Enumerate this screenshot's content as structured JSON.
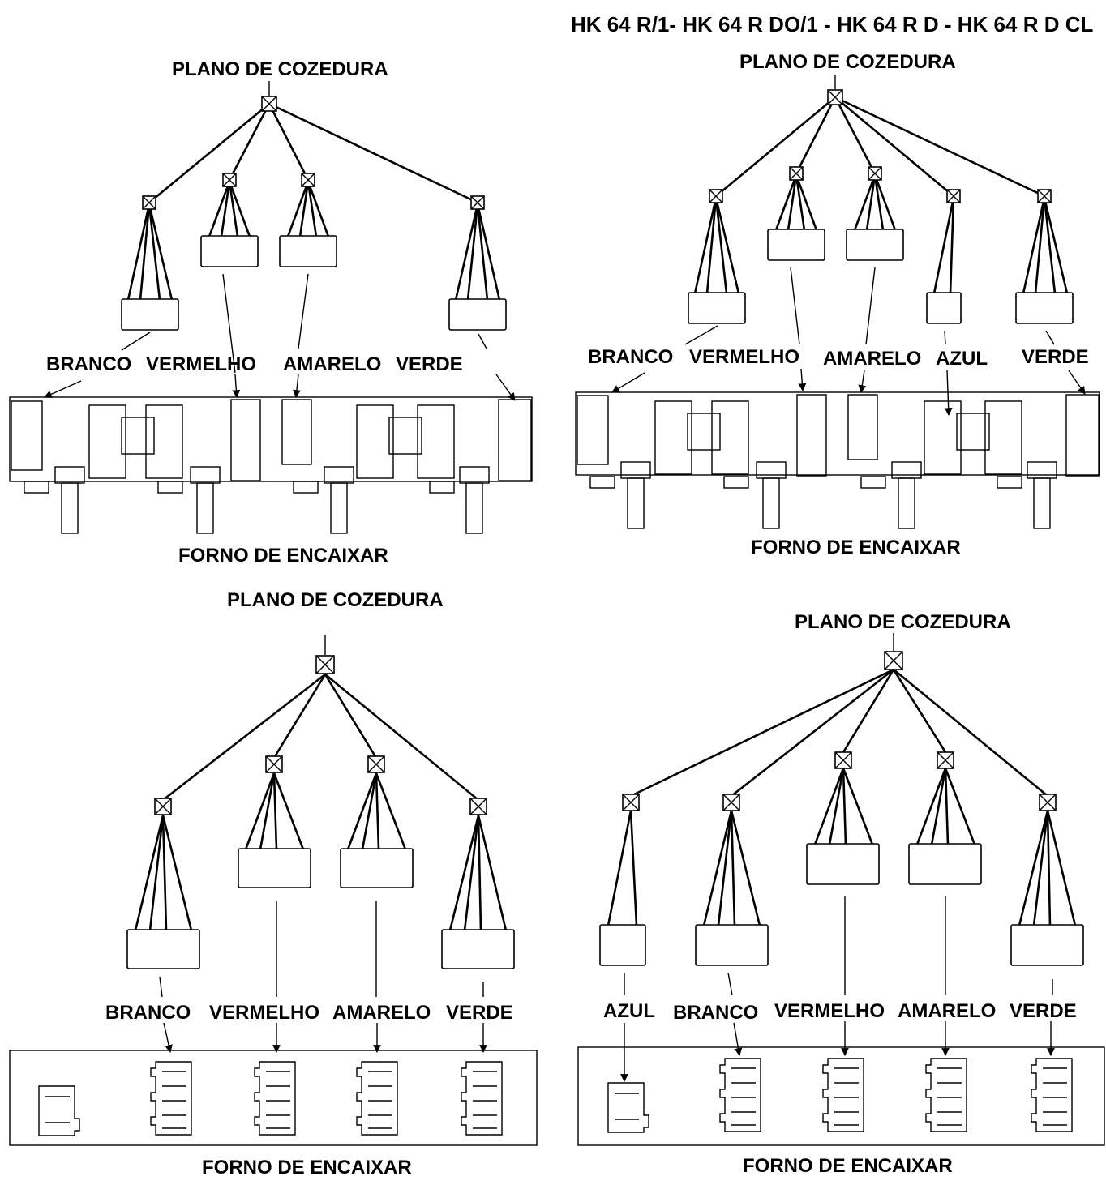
{
  "model_title": "HK 64 R/1- HK 64 R DO/1 - HK 64 R D - HK 64 R D CL",
  "panels": [
    {
      "top_label": "PLANO DE COZEDURA",
      "bottom_label": "FORNO DE ENCAIXAR",
      "colors": [
        "BRANCO",
        "VERMELHO",
        "AMARELO",
        "VERDE"
      ]
    },
    {
      "top_label": "PLANO DE COZEDURA",
      "bottom_label": "FORNO DE ENCAIXAR",
      "colors": [
        "BRANCO",
        "VERMELHO",
        "AMARELO",
        "AZUL",
        "VERDE"
      ]
    },
    {
      "top_label": "PLANO DE COZEDURA",
      "bottom_label": "FORNO DE ENCAIXAR",
      "colors": [
        "BRANCO",
        "VERMELHO",
        "AMARELO",
        "VERDE"
      ]
    },
    {
      "top_label": "PLANO DE COZEDURA",
      "bottom_label": "FORNO DE ENCAIXAR",
      "colors": [
        "AZUL",
        "BRANCO",
        "VERMELHO",
        "AMARELO",
        "VERDE"
      ]
    }
  ]
}
